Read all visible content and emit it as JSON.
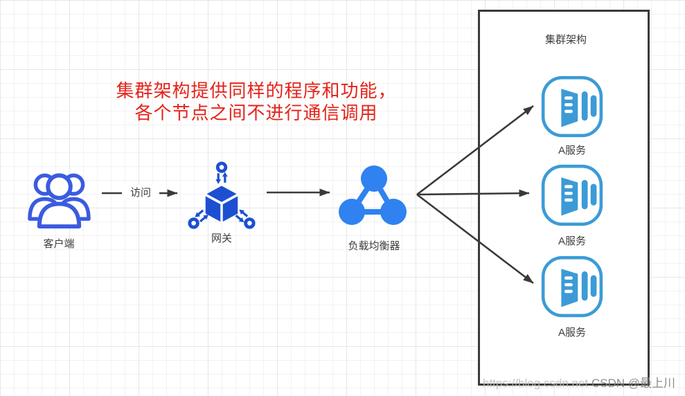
{
  "annotation": {
    "line1": "集群架构提供同样的程序和功能，",
    "line2": "各个节点之间不进行通信调用"
  },
  "edges": {
    "access_label": "访问"
  },
  "nodes": {
    "client": {
      "label": "客户端",
      "icon": "people-group-icon"
    },
    "gateway": {
      "label": "网关",
      "icon": "cube-hub-icon"
    },
    "load_balancer": {
      "label": "负载均衡器",
      "icon": "triangle-nodes-icon"
    },
    "cluster": {
      "title": "集群架构",
      "services": [
        {
          "label": "A服务",
          "icon": "app-service-icon"
        },
        {
          "label": "A服务",
          "icon": "app-service-icon"
        },
        {
          "label": "A服务",
          "icon": "app-service-icon"
        }
      ]
    }
  },
  "watermark": {
    "url": "https://blog.csdn.net",
    "handle": "CSDN @最上川"
  },
  "colors": {
    "client_blue": "#3B5BE0",
    "gateway_blue": "#1D4FD1",
    "lb_blue": "#2F82F0",
    "service_blue": "#3C9BD6",
    "arrow_dark": "#3A3A3A",
    "red_text": "#E52319",
    "label_gray": "#3D3D3D",
    "grid_minor": "#F2F2F2",
    "grid_major": "#E6E6E6"
  }
}
